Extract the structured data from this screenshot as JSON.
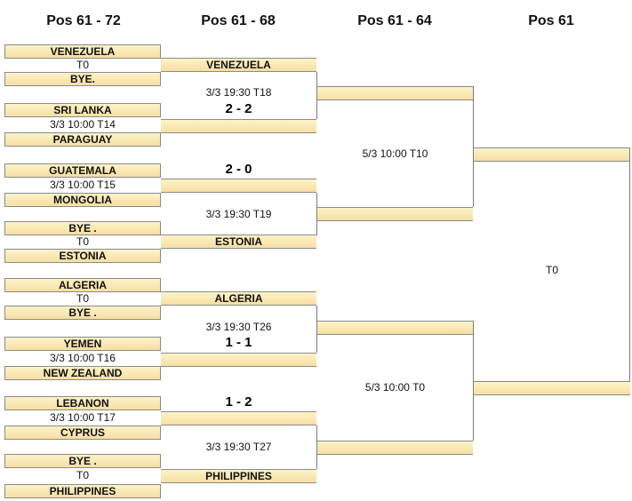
{
  "headers": [
    "Pos 61 - 72",
    "Pos 61 - 68",
    "Pos 61 - 64",
    "Pos 61"
  ],
  "round1": [
    {
      "top": "VENEZUELA",
      "info": "T0",
      "bottom": "BYE."
    },
    {
      "top": "SRI LANKA",
      "info": "3/3 10:00 T14",
      "bottom": "PARAGUAY"
    },
    {
      "top": "GUATEMALA",
      "info": "3/3 10:00 T15",
      "bottom": "MONGOLIA"
    },
    {
      "top": "BYE .",
      "info": "T0",
      "bottom": "ESTONIA"
    },
    {
      "top": "ALGERIA",
      "info": "T0",
      "bottom": "BYE ."
    },
    {
      "top": "YEMEN",
      "info": "3/3 10:00 T16",
      "bottom": "NEW ZEALAND"
    },
    {
      "top": "LEBANON",
      "info": "3/3 10:00 T17",
      "bottom": "CYPRUS"
    },
    {
      "top": "BYE .",
      "info": "T0",
      "bottom": "PHILIPPINES"
    }
  ],
  "round2": [
    {
      "top": "VENEZUELA",
      "info": "3/3 19:30 T18",
      "score": "2 - 2",
      "bottom": ""
    },
    {
      "top": "",
      "info": "3/3 19:30 T19",
      "score": "2 - 0",
      "bottom": "ESTONIA"
    },
    {
      "top": "ALGERIA",
      "info": "3/3 19:30 T26",
      "score": "1 - 1",
      "bottom": ""
    },
    {
      "top": "",
      "info": "3/3 19:30 T27",
      "score": "1 - 2",
      "bottom": "PHILIPPINES"
    }
  ],
  "round3": [
    {
      "top": "",
      "info": "5/3 10:00 T10",
      "bottom": ""
    },
    {
      "top": "",
      "info": "5/3 10:00 T0",
      "bottom": ""
    }
  ],
  "final": {
    "top": "",
    "info": "T0",
    "bottom": ""
  }
}
